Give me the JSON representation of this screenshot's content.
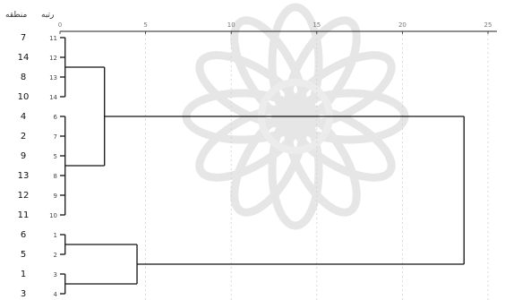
{
  "chart_data": {
    "type": "dendrogram",
    "header": {
      "zone_label": "منطقه",
      "rank_label": "رتبه"
    },
    "x_ticks": [
      0,
      5,
      10,
      15,
      20,
      25
    ],
    "xlim": [
      0,
      25
    ],
    "leaves": [
      {
        "zone": "7",
        "rank": "11"
      },
      {
        "zone": "14",
        "rank": "12"
      },
      {
        "zone": "8",
        "rank": "13"
      },
      {
        "zone": "10",
        "rank": "14"
      },
      {
        "zone": "4",
        "rank": "6"
      },
      {
        "zone": "2",
        "rank": "7"
      },
      {
        "zone": "9",
        "rank": "5"
      },
      {
        "zone": "13",
        "rank": "8"
      },
      {
        "zone": "12",
        "rank": "9"
      },
      {
        "zone": "11",
        "rank": "10"
      },
      {
        "zone": "6",
        "rank": "1"
      },
      {
        "zone": "5",
        "rank": "2"
      },
      {
        "zone": "1",
        "rank": "3"
      },
      {
        "zone": "3",
        "rank": "4"
      }
    ],
    "merges": [
      {
        "id": "A",
        "members": [
          0,
          1,
          2,
          3
        ],
        "distance": 0.3
      },
      {
        "id": "B",
        "members": [
          4,
          5,
          6,
          7,
          8,
          9
        ],
        "distance": 0.3
      },
      {
        "id": "C",
        "members": [
          10,
          11
        ],
        "distance": 0.3
      },
      {
        "id": "D",
        "members": [
          12,
          13
        ],
        "distance": 0.3
      },
      {
        "id": "E",
        "members": [
          "A",
          "B"
        ],
        "distance": 2.6
      },
      {
        "id": "F",
        "members": [
          "C",
          "D"
        ],
        "distance": 4.5
      },
      {
        "id": "G",
        "members": [
          "E",
          "F"
        ],
        "distance": 23.6
      }
    ]
  }
}
